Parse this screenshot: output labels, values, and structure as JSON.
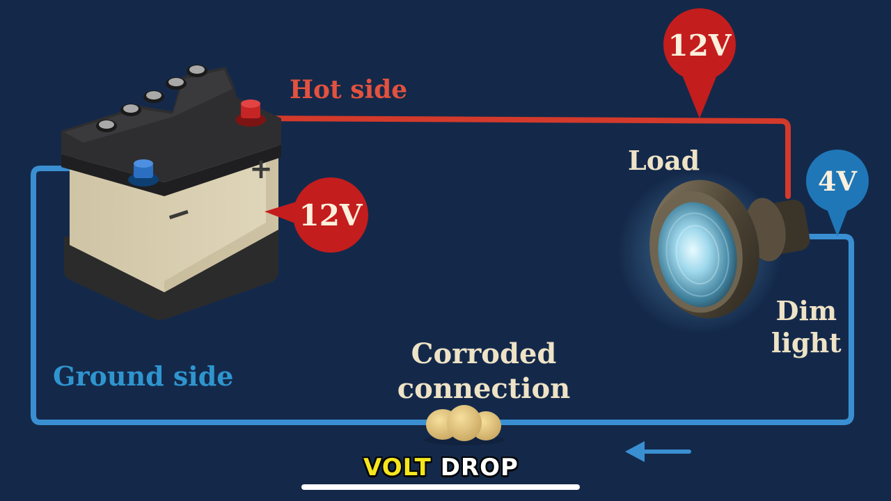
{
  "diagram": {
    "labels": {
      "hot_side": "Hot side",
      "ground_side": "Ground side",
      "load": "Load",
      "dim_light_line1": "Dim",
      "dim_light_line2": "light",
      "corroded_line1": "Corroded",
      "corroded_line2": "connection"
    },
    "readings": {
      "battery_voltage": "12V",
      "load_hot_voltage": "12V",
      "load_ground_voltage": "4V"
    },
    "battery_symbols": {
      "positive": "+",
      "negative": "−"
    },
    "current_direction": "left",
    "colors": {
      "background": "#14294a",
      "hot_wire": "#d33a2b",
      "ground_wire": "#3a8fd2",
      "voltage_hot_marker": "#c41d1d",
      "voltage_ground_marker": "#1f77b8",
      "label_text": "#eee3c6"
    }
  },
  "caption": {
    "word1": "VOLT",
    "word2": "DROP"
  }
}
